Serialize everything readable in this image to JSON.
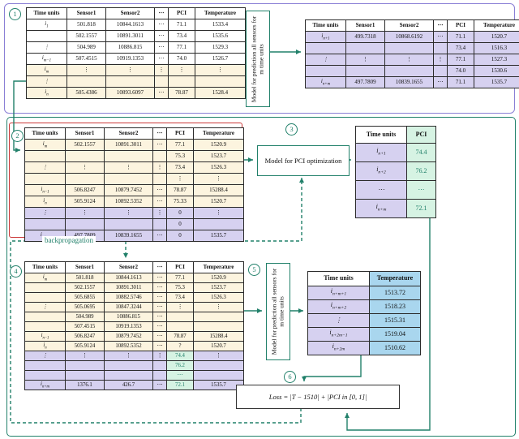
{
  "colors": {
    "teal": "#21806a",
    "purple": "#8a7fd6",
    "red": "#cc3a3a",
    "beige": "#fcf4df",
    "lav": "#d6d1f0",
    "green": "#d6f3e3",
    "blue": "#a9d6ee"
  },
  "steps": {
    "s1": "1",
    "s2": "2",
    "s3": "3",
    "s4": "4",
    "s5": "5",
    "s6": "6"
  },
  "labels": {
    "backpropagation": "backpropagation",
    "loss": "Loss = |T − 1510| + |PCI in [0, 1]|",
    "model_prediction": "Model for prediction all sensors for m time units",
    "model_pci": "Model for PCI optimization"
  },
  "tables": {
    "input1": {
      "headers": [
        "Time units",
        "Sensor1",
        "Sensor2",
        "⋯",
        "PCI",
        "Temperature"
      ],
      "rows": [
        {
          "bg": "",
          "cells": [
            "i_{1}",
            "501.818",
            "10844.1613",
            "⋯",
            "71.1",
            "1533.4"
          ]
        },
        {
          "bg": "",
          "cells": [
            "",
            "502.1557",
            "10891.3011",
            "⋯",
            "73.4",
            "1535.6"
          ]
        },
        {
          "bg": "",
          "cells": [
            "⋮",
            "504.989",
            "10886.815",
            "⋯",
            "77.1",
            "1529.3"
          ]
        },
        {
          "bg": "",
          "cells": [
            "i_{m−1}",
            "507.4515",
            "10919.1353",
            "⋯",
            "74.0",
            "1526.7"
          ]
        },
        {
          "bg": "beige",
          "cells": [
            "i_{m}",
            "⋮",
            "⋮",
            "⋮",
            "⋮",
            "⋮"
          ]
        },
        {
          "bg": "beige",
          "cells": [
            "⋮",
            "",
            "",
            "",
            "",
            ""
          ]
        },
        {
          "bg": "beige",
          "cells": [
            "i_{n}",
            "505.4386",
            "10893.6097",
            "⋯",
            "78.87",
            "1528.4"
          ]
        }
      ]
    },
    "pred1": {
      "headers": [
        "Time units",
        "Sensor1",
        "Sensor2",
        "⋯",
        "PCI",
        "Temperature"
      ],
      "rows": [
        {
          "bg": "lav",
          "cells": [
            "i_{n+1}",
            "499.7318",
            "10868.6192",
            "⋯",
            "71.1",
            "1520.7"
          ]
        },
        {
          "bg": "lav",
          "cells": [
            "",
            "",
            "",
            "",
            "73.4",
            "1516.3"
          ]
        },
        {
          "bg": "lav",
          "cells": [
            "⋮",
            "⋮",
            "⋮",
            "⋮",
            "77.1",
            "1527.3"
          ]
        },
        {
          "bg": "lav",
          "cells": [
            "",
            "",
            "",
            "",
            "74.0",
            "1530.6"
          ]
        },
        {
          "bg": "lav",
          "cells": [
            "i_{n+m}",
            "497.7809",
            "10839.1655",
            "⋯",
            "71.1",
            "1535.7"
          ]
        }
      ]
    },
    "input2": {
      "headers": [
        "Time units",
        "Sensor1",
        "Sensor2",
        "⋯",
        "PCI",
        "Temperature"
      ],
      "rows": [
        {
          "bg": "beige",
          "cells": [
            "i_{m}",
            "502.1557",
            "10891.3011",
            "⋯",
            "77.1",
            "1520.9"
          ]
        },
        {
          "bg": "beige",
          "cells": [
            "",
            "",
            "",
            "",
            "75.3",
            "1523.7"
          ]
        },
        {
          "bg": "beige",
          "cells": [
            "⋮",
            "⋮",
            "⋮",
            "⋮",
            "73.4",
            "1526.3"
          ]
        },
        {
          "bg": "beige",
          "cells": [
            "",
            "",
            "",
            "",
            "⋮",
            "⋮"
          ]
        },
        {
          "bg": "beige",
          "cells": [
            "i_{n−1}",
            "506.8247",
            "10879.7452",
            "⋯",
            "78.87",
            "15288.4"
          ]
        },
        {
          "bg": "beige",
          "cells": [
            "i_{n}",
            "505.9124",
            "10892.5352",
            "⋯",
            "75.33",
            "1520.7"
          ]
        },
        {
          "bg": "lav",
          "cells": [
            "⋮",
            "⋮",
            "⋮",
            "⋮",
            "0",
            "⋮"
          ]
        },
        {
          "bg": "lav",
          "cells": [
            "",
            "",
            "",
            "",
            "0",
            ""
          ]
        },
        {
          "bg": "lav",
          "cells": [
            "i_{n+m}",
            "497.7809",
            "10839.1655",
            "⋯",
            "0",
            "1535.7"
          ]
        }
      ]
    },
    "pci_out": {
      "headers": [
        "Time units",
        {
          "t": "PCI",
          "bg": "green"
        }
      ],
      "rows": [
        {
          "bg": "",
          "cells": [
            {
              "t": "i_{n+1}",
              "bg": "lav"
            },
            {
              "t": "74.4",
              "bg": "green"
            }
          ]
        },
        {
          "bg": "",
          "cells": [
            {
              "t": "i_{n+2}",
              "bg": "lav"
            },
            {
              "t": "76.2",
              "bg": "green"
            }
          ]
        },
        {
          "bg": "",
          "cells": [
            {
              "t": "⋯",
              "bg": "lav"
            },
            {
              "t": "⋯",
              "bg": "green"
            }
          ]
        },
        {
          "bg": "",
          "cells": [
            {
              "t": "i_{n+m}",
              "bg": "lav"
            },
            {
              "t": "72.1",
              "bg": "green"
            }
          ]
        }
      ]
    },
    "input4": {
      "headers": [
        "Time units",
        "Sensor1",
        "Sensor2",
        "⋯",
        "PCI",
        "Temperature"
      ],
      "rows": [
        {
          "bg": "beige",
          "cells": [
            "i_{m}",
            "501.818",
            "10844.1613",
            "⋯",
            "77.1",
            "1520.9"
          ]
        },
        {
          "bg": "beige",
          "cells": [
            "",
            "502.1557",
            "10891.3011",
            "⋯",
            "75.3",
            "1523.7"
          ]
        },
        {
          "bg": "beige",
          "cells": [
            "",
            "505.6855",
            "10882.5746",
            "⋯",
            "73.4",
            "1526.3"
          ]
        },
        {
          "bg": "beige",
          "cells": [
            "⋮",
            "505.0695",
            "10847.3244",
            "⋯",
            "⋮",
            "⋮"
          ]
        },
        {
          "bg": "beige",
          "cells": [
            "",
            "504.989",
            "10886.815",
            "⋯",
            "",
            ""
          ]
        },
        {
          "bg": "beige",
          "cells": [
            "",
            "507.4515",
            "10919.1353",
            "⋯",
            "",
            ""
          ]
        },
        {
          "bg": "beige",
          "cells": [
            "i_{n−1}",
            "506.8247",
            "10879.7452",
            "⋯",
            "78.87",
            "15288.4"
          ]
        },
        {
          "bg": "beige",
          "cells": [
            "i_{n}",
            "505.9124",
            "10892.5352",
            "⋯",
            "?",
            "1520.7"
          ]
        },
        {
          "bg": "lav",
          "cells": [
            "⋮",
            "⋮",
            "⋮",
            "⋮",
            {
              "t": "74.4",
              "bg": "green"
            },
            "⋮"
          ]
        },
        {
          "bg": "lav",
          "cells": [
            "",
            "",
            "",
            "",
            {
              "t": "76.2",
              "bg": "green"
            },
            ""
          ]
        },
        {
          "bg": "lav",
          "cells": [
            "",
            "",
            "",
            "",
            {
              "t": "⋯",
              "bg": "green"
            },
            ""
          ]
        },
        {
          "bg": "lav",
          "cells": [
            "i_{n+m}",
            "1376.1",
            "426.7",
            "⋯",
            {
              "t": "72.1",
              "bg": "green"
            },
            "1535.7"
          ]
        }
      ]
    },
    "temp_out": {
      "headers": [
        "Time units",
        {
          "t": "Temperature",
          "bg": "blue"
        }
      ],
      "rows": [
        {
          "bg": "",
          "cells": [
            {
              "t": "i_{n+m+1}",
              "bg": "lav"
            },
            {
              "t": "1513.72",
              "bg": "blue"
            }
          ]
        },
        {
          "bg": "",
          "cells": [
            {
              "t": "i_{n+m+2}",
              "bg": "lav"
            },
            {
              "t": "1518.23",
              "bg": "blue"
            }
          ]
        },
        {
          "bg": "",
          "cells": [
            {
              "t": "⋮",
              "bg": "lav"
            },
            {
              "t": "1515.31",
              "bg": "blue"
            }
          ]
        },
        {
          "bg": "",
          "cells": [
            {
              "t": "i_{n+2m−1}",
              "bg": "lav"
            },
            {
              "t": "1519.04",
              "bg": "blue"
            }
          ]
        },
        {
          "bg": "",
          "cells": [
            {
              "t": "i_{n+2m}",
              "bg": "lav"
            },
            {
              "t": "1510.62",
              "bg": "blue"
            }
          ]
        }
      ]
    }
  }
}
